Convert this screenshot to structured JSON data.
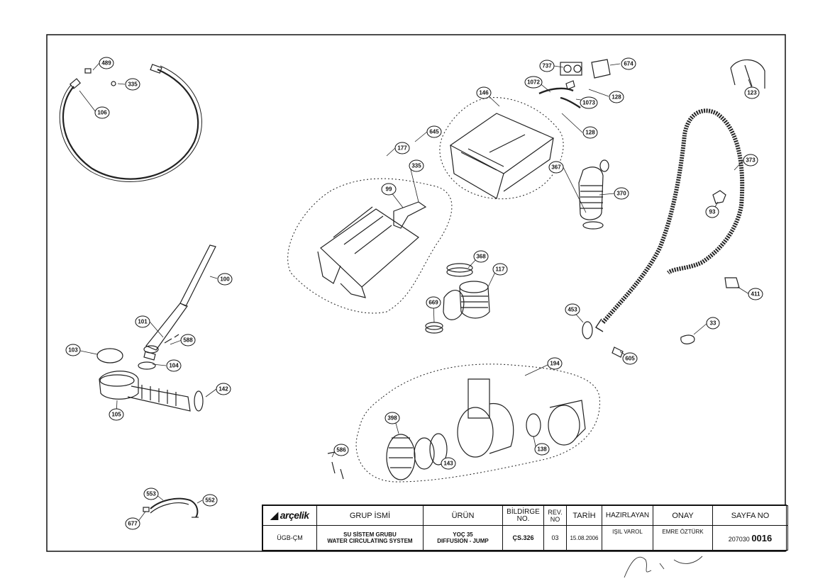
{
  "parts": {
    "p489": "489",
    "p335a": "335",
    "p106": "106",
    "p100": "100",
    "p101": "101",
    "p588": "588",
    "p103": "103",
    "p104": "104",
    "p142": "142",
    "p105": "105",
    "p553": "553",
    "p552": "552",
    "p677": "677",
    "p177": "177",
    "p645": "645",
    "p335b": "335",
    "p99": "99",
    "p146": "146",
    "p737": "737",
    "p674": "674",
    "p1072": "1072",
    "p128a": "128",
    "p1073": "1073",
    "p128b": "128",
    "p367": "367",
    "p370": "370",
    "p368": "368",
    "p117": "117",
    "p669": "669",
    "p123": "123",
    "p373": "373",
    "p93": "93",
    "p411": "411",
    "p453": "453",
    "p33": "33",
    "p605": "605",
    "p194": "194",
    "p398": "398",
    "p143": "143",
    "p138": "138",
    "p586": "586"
  },
  "title_block": {
    "brand": "arçelik",
    "headers": {
      "group_name": "GRUP İSMİ",
      "product": "ÜRÜN",
      "bildirge": "BİLDİRGE NO.",
      "rev": "REV. NO",
      "date": "TARİH",
      "prepared": "HAZIRLAYAN",
      "approval": "ONAY",
      "page_no": "SAYFA NO"
    },
    "values": {
      "code": "ÜGB-ÇM",
      "group_tr": "SU SİSTEM GRUBU",
      "group_en": "WATER CIRCULATING SYSTEM",
      "product_1": "YOÇ 35",
      "product_2": "DIFFUSION - JUMP",
      "bildirge": "ÇS.326",
      "rev": "03",
      "date": "15.08.2006",
      "prepared": "IŞIL VAROL",
      "approval": "EMRE ÖZTÜRK",
      "page_prefix": "207030",
      "page_number": "0016"
    }
  }
}
